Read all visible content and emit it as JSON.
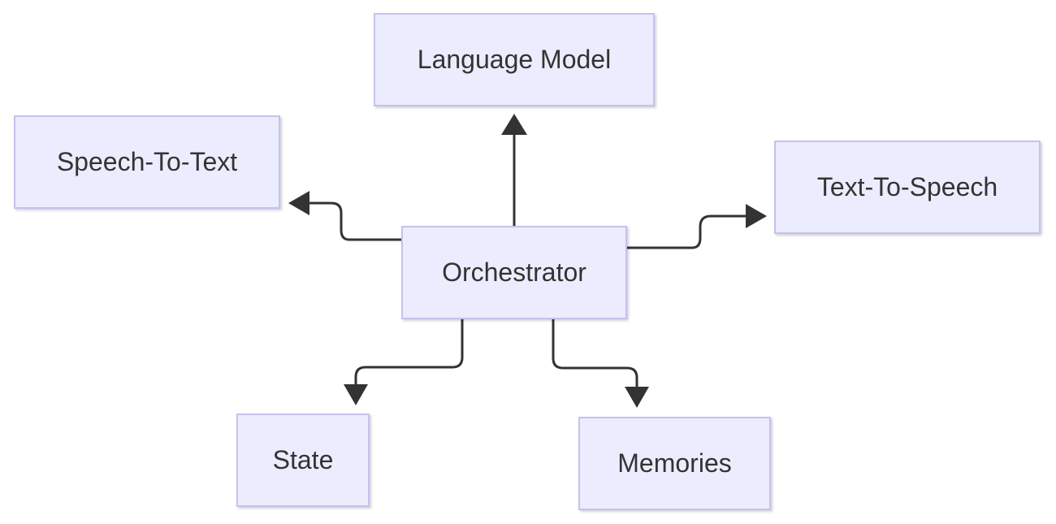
{
  "diagram": {
    "nodes": {
      "language_model": "Language Model",
      "speech_to_text": "Speech-To-Text",
      "text_to_speech": "Text-To-Speech",
      "orchestrator": "Orchestrator",
      "state": "State",
      "memories": "Memories"
    },
    "edges": [
      {
        "from": "Orchestrator",
        "to": "Language Model"
      },
      {
        "from": "Orchestrator",
        "to": "Speech-To-Text"
      },
      {
        "from": "Orchestrator",
        "to": "Text-To-Speech"
      },
      {
        "from": "Orchestrator",
        "to": "State"
      },
      {
        "from": "Orchestrator",
        "to": "Memories"
      }
    ],
    "colors": {
      "node_fill": "#ececff",
      "node_border": "#c4c2ee",
      "edge": "#333333",
      "text": "#333333"
    }
  }
}
